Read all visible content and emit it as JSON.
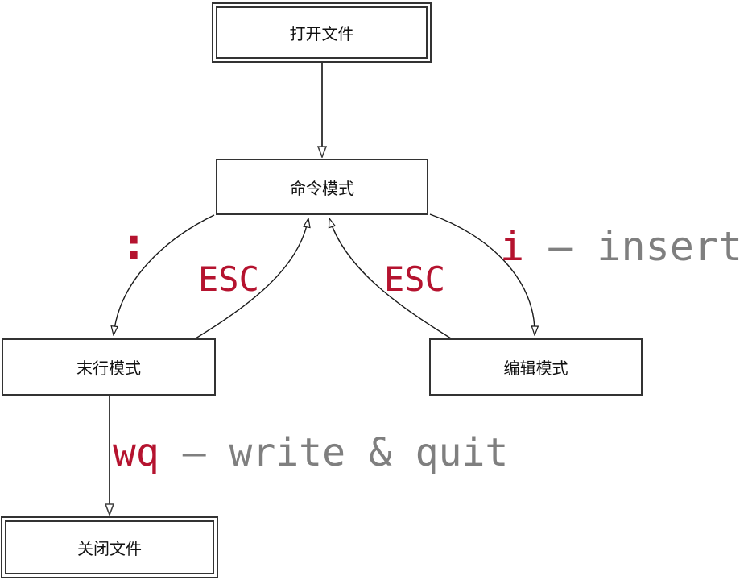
{
  "nodes": {
    "open_file": {
      "label": "打开文件"
    },
    "command_mode": {
      "label": "命令模式"
    },
    "last_line_mode": {
      "label": "末行模式"
    },
    "edit_mode": {
      "label": "编辑模式"
    },
    "close_file": {
      "label": "关闭文件"
    }
  },
  "edge_labels": {
    "to_last_line_key": ":",
    "esc_from_last_line": "ESC",
    "esc_from_edit": "ESC",
    "to_edit_key": "i",
    "to_edit_desc": "— insert",
    "to_close_key": "wq",
    "to_close_desc": "— write & quit"
  },
  "colors": {
    "key_red": "#b5132f",
    "desc_gray": "#7f7f7f",
    "edge_black": "#1a1a1a",
    "box_border": "#333333",
    "straight_edge": "#404040"
  }
}
